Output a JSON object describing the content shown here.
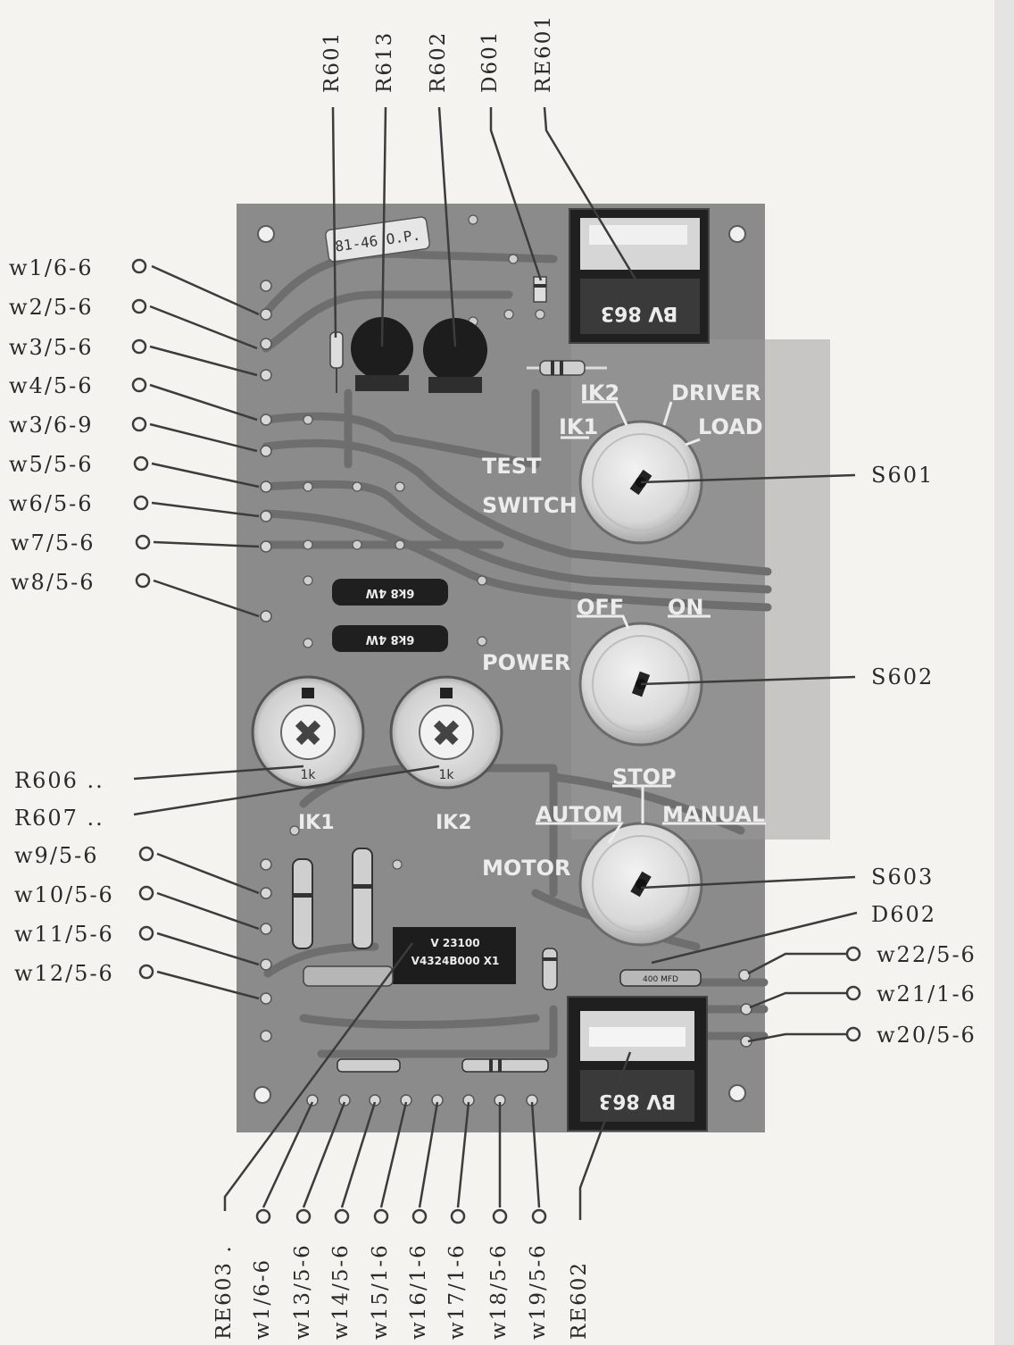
{
  "board": {
    "sticker": "81-46 O.P.",
    "relay_marking": "BV 863",
    "ic_marking": [
      "V 23100",
      "V4324B000 X1"
    ],
    "resistor_marking": "6k8 4W",
    "trim_values": [
      "1k",
      "1k"
    ],
    "cap_marking": "400 MFD",
    "panel_labels": {
      "ik2": "IK2",
      "driver": "DRIVER",
      "ik1": "IK1",
      "load": "LOAD",
      "test": "TEST",
      "switch": "SWITCH",
      "off": "OFF",
      "on": "ON",
      "power": "POWER",
      "stop": "STOP",
      "autom": "AUTOM",
      "manual": "MANUAL",
      "motor": "MOTOR",
      "trim_ik1": "IK1",
      "trim_ik2": "IK2"
    }
  },
  "top_labels": [
    "R601",
    "R613",
    "R602",
    "D601",
    "RE601"
  ],
  "left_labels": [
    "w1/6-6",
    "w2/5-6",
    "w3/5-6",
    "w4/5-6",
    "w3/6-9",
    "w5/5-6",
    "w6/5-6",
    "w7/5-6",
    "w8/5-6",
    "R606 ..",
    "R607 ..",
    "w9/5-6",
    "w10/5-6",
    "w11/5-6",
    "w12/5-6"
  ],
  "right_labels": [
    "S601",
    "S602",
    "S603",
    "D602",
    "w22/5-6",
    "w21/1-6",
    "w20/5-6"
  ],
  "bottom_labels": [
    "RE603 .",
    "w1/6-6",
    "w13/5-6",
    "w14/5-6",
    "w15/1-6",
    "w16/1-6",
    "w17/1-6",
    "w18/5-6",
    "w19/5-6",
    "RE602"
  ]
}
